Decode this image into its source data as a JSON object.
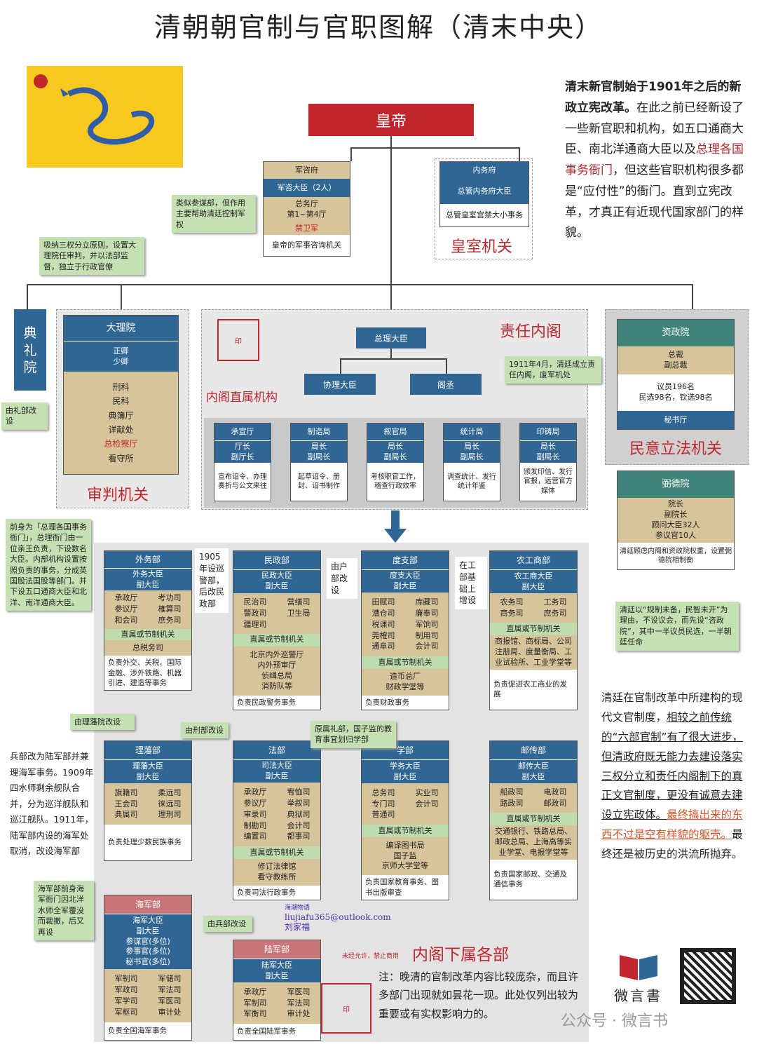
{
  "title": "清朝朝官制与官职图解（清末中央）",
  "emperor": "皇帝",
  "intro": {
    "bold": "清末新官制始于1901年之后的新政立宪改革。",
    "a": "在此之前已经新设了一些新官职和机构，如五口通商大臣、南北洋通商大臣以及",
    "red": "总理各国事务衙门",
    "b": "，但这些官职机构很多都是“应付性”的衙门。直到立宪改革，才真正有近现代国家部门的样貌。"
  },
  "junzi": {
    "head": "军咨府",
    "sub": "军咨大臣（2人）",
    "body": "总务厅\n第1~第4厅",
    "red": "禁卫军",
    "foot": "皇帝的军事咨询机关",
    "note": "类似参谋部，但作用主要帮助清廷控制军权"
  },
  "neiwu": {
    "head": "内务府",
    "sub": "总管内务府大臣",
    "foot": "总管皇室宫禁大小事务",
    "label": "皇室机关"
  },
  "daliyuan": {
    "head": "大理院",
    "sub": "正卿\n少卿",
    "body": "刑科\n民科\n典簿厅\n详献处",
    "red": "总检察厅",
    "last": "看守所",
    "label": "审判机关",
    "note": "吸纳三权分立原则，设置大理院任审判，并以法部监督，独立于行政官僚"
  },
  "dianli": {
    "name": "典\n礼\n院",
    "note": "由礼部改设"
  },
  "cabinet": {
    "label": "责任内阁",
    "pm": "总理大臣",
    "vice": "协理大臣",
    "cheng": "阁丞",
    "direct": "内阁直属机构",
    "note": "1911年4月，清廷成立责任内阁，废军机处",
    "units": [
      {
        "h": "承宣厅",
        "m": "厅长\n副厅长",
        "d": "宣布诏令、办理奏折与公文来往"
      },
      {
        "h": "制诰局",
        "m": "局长\n副局长",
        "d": "起草诏令、册封、诏书制作"
      },
      {
        "h": "叙官局",
        "m": "局长\n副局长",
        "d": "考核职官工作，稽查行政效率"
      },
      {
        "h": "统计局",
        "m": "局长\n副局长",
        "d": "调查统计、发行统计年鉴"
      },
      {
        "h": "印铸局",
        "m": "局长\n副局长",
        "d": "颁发印信、发行官报，运营官方媒体"
      }
    ]
  },
  "zizheng": {
    "head": "资政院",
    "sub": "总裁\n副总裁",
    "body": "议员196名\n民选98名，钦选98名",
    "foot": "秘书厅",
    "label": "民意立法机关"
  },
  "bide": {
    "head": "弼德院",
    "sub": "院长\n副院长\n顾问大臣32人\n参议官10人",
    "foot": "清廷顾虑内阁和资政院权重，设置弼德院相制衡",
    "note": "清廷以“规制未备，民智未开”为理由，不设议会，而先设“咨政院”，其中一半议员民选，一半朝廷任命"
  },
  "ministries": [
    {
      "h": "外务部",
      "s": "外务大臣\n副大臣",
      "l": "承政厅\n参议厅\n和会司",
      "r": "考功司\n榷算司\n庶务司",
      "sub": "总税务司",
      "d": "负责外交、关税、国际金融、涉外铁路、机器引进、建造等事务"
    },
    {
      "h": "民政部",
      "s": "民政大臣\n副大臣",
      "l": "民治司\n警政司\n疆理司",
      "r": "营缮司\n卫生局",
      "sub": "北京内外巡警厅\n内外预审厅\n侦缉总局\n消防队等",
      "d": "负责民政警务事务"
    },
    {
      "h": "度支部",
      "s": "度支大臣\n副大臣",
      "l": "田赋司\n漕仓司\n税课司\n莞榷司\n通阜司",
      "r": "库藏司\n廉奉司\n军饷司\n制用司\n会计司",
      "sub": "造币总厂\n财政学堂等",
      "d": "负责财政事务"
    },
    {
      "h": "农工商部",
      "s": "农工商大臣\n副大臣",
      "l": "农务司\n商务司",
      "r": "工务司\n庶务司",
      "sub": "商报馆、商标局、公司注册局、度量衡局、工业试验所、工业学堂等",
      "d": "负责促进农工商业的发展"
    },
    {
      "h": "理藩部",
      "s": "理藩大臣\n副大臣",
      "l": "旗籍司\n王会司\n典属司",
      "r": "柔远司\n徕远司\n理刑司",
      "d": "负责处理少数民族事务"
    },
    {
      "h": "法部",
      "s": "司法大臣\n副大臣",
      "l": "承政厅\n参议厅\n审录司\n制勘司\n编置司",
      "r": "宥恤司\n举叙司\n典狱司\n会计司\n都事司",
      "sub": "修订法律馆\n看守教练所",
      "d": "负责司法行政事务"
    },
    {
      "h": "学部",
      "s": "学务大臣\n副大臣",
      "l": "总务司\n专门司\n普通司",
      "r": "实业司\n会计司",
      "sub": "编译图书局\n国子监\n京师大学堂等",
      "d": "负责国家教育事务、图书出版审查"
    },
    {
      "h": "邮传部",
      "s": "邮传大臣\n副大臣",
      "l": "船政司\n路政司",
      "r": "电政司\n邮政司",
      "sub": "交通银行、铁路总局、邮政总局、上海高等实业学堂、电报学堂等",
      "d": "负责国家邮政、交通及通信事务"
    },
    {
      "h": "海军部",
      "s": "海军大臣\n副大臣\n参谋官(多位)\n参事官(多位)\n秘书官(多位)",
      "l": "军制司\n军政司\n军学司\n军枢司",
      "r": "军储司\n军法司\n军医司\n审计处",
      "d": "负责全国海军事务"
    },
    {
      "h": "陆军部",
      "s": "陆军大臣\n副大臣",
      "l": "承政厅\n军制司\n军衡司",
      "r": "军医司\n军法司\n审计处",
      "d": "负责全国陆军事务"
    }
  ],
  "sublabel": "直属或节制机关",
  "notes": {
    "waiwu": "前身为「总理各国事务衙门」，总理衙门由一位亲王负责，下设数名大臣。内部机构设置按照负责的事务，分成英国股法国股等部门。并下设五口通商大臣和北洋、南洋通商大臣。",
    "minzheng": "1905年设巡警部，后改民政部",
    "duzhi": "由户部改设",
    "nonggong": "在工部基础上增设",
    "lifan": "由理藩院改设",
    "fa": "由刑部改设",
    "xue": "原属礼部，国子监的教育事宜划归学部",
    "haijun": "海军部前身海军衙门因北洋水师全军覆没而裁撤，后又再设",
    "lujun": "由兵部改设",
    "bing": "兵部改为陆军部并兼理海军事务。1909年四水师剩余舰队合并，分为巡洋舰队和巡江舰队。1911年，陆军部内设的海军处取消，改设海军部"
  },
  "lower": "内阁下属各部",
  "remark": "注：晚清的官制改革内容比较庞杂，而且许多部门出现就如昙花一现。此处仅列出较为重要或有实权影响力的。",
  "signature": {
    "a": "海潮物语",
    "b": "liujiafu365@outlook.com",
    "c": "刘家福",
    "d": "未经允许，禁止商用"
  },
  "conclusion": {
    "a": "清廷在官制改革中所建构的现代文官制度，",
    "u": "相较之前传统的“六部官制”有了很大进步，但清政府既无能力去建设落实三权分立和责任内阁制下的真正文官制度，更没有诚意去建设立宪政体。",
    "o": "最终搞出来的东西不过是空有样貌的躯壳。",
    "b": "最终还是被历史的洪流所抛弃。"
  },
  "brand": "微言書",
  "watermark": "公众号 · 微言书",
  "colors": {
    "red": "#c0262c",
    "blue": "#2f6694",
    "tan": "#d8c49a",
    "green": "#c5e0b3",
    "flag": "#f7c81e"
  }
}
